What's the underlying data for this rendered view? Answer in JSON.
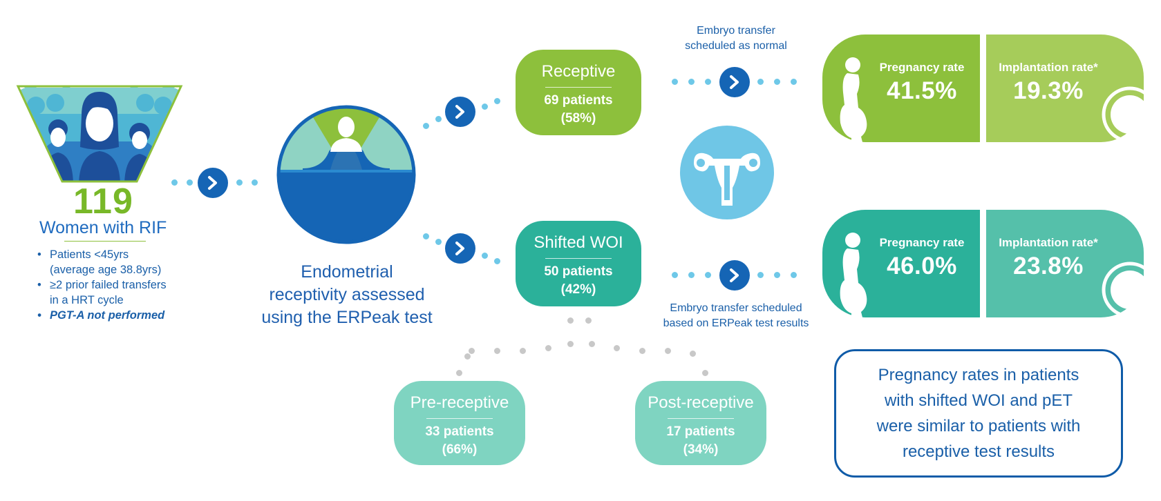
{
  "left": {
    "count": "119",
    "title": "Women with RIF",
    "bullets": [
      "Patients <45yrs",
      "(average age 38.8yrs)",
      "≥2 prior failed transfers",
      "in a HRT cycle",
      "PGT-A not performed"
    ]
  },
  "test": {
    "lines": [
      "Endometrial",
      "receptivity assessed",
      "using the ERPeak test"
    ]
  },
  "receptive": {
    "title": "Receptive",
    "patients": "69 patients",
    "pct": "(58%)"
  },
  "shifted": {
    "title": "Shifted WOI",
    "patients": "50 patients",
    "pct": "(42%)"
  },
  "pre": {
    "title": "Pre-receptive",
    "patients": "33 patients",
    "pct": "(66%)"
  },
  "post": {
    "title": "Post-receptive",
    "patients": "17 patients",
    "pct": "(34%)"
  },
  "captions": {
    "top": [
      "Embryo transfer",
      "scheduled as normal"
    ],
    "bottom": [
      "Embryo transfer scheduled",
      "based on ERPeak test results"
    ]
  },
  "results": {
    "top": {
      "pregnancy_label": "Pregnancy rate",
      "pregnancy_value": "41.5%",
      "implant_label": "Implantation rate*",
      "implant_value": "19.3%"
    },
    "bottom": {
      "pregnancy_label": "Pregnancy rate",
      "pregnancy_value": "46.0%",
      "implant_label": "Implantation rate*",
      "implant_value": "23.8%"
    }
  },
  "conclusion": [
    "Pregnancy rates in patients",
    "with shifted WOI and pET",
    "were similar to patients with",
    "receptive test results"
  ],
  "colors": {
    "green": "#8dc03c",
    "light_green": "#a6cc5a",
    "teal": "#2bb19a",
    "light_teal": "#55c0aa",
    "mint": "#7fd4c1",
    "navy": "#1565b5",
    "sky": "#6fc6e6"
  },
  "icons": {
    "women_group": "women-group-icon",
    "dial": "receptivity-dial-icon",
    "uterus": "uterus-icon",
    "pregnant": "pregnant-woman-icon",
    "embryo": "embryo-icon",
    "chevron": "chevron-right-icon"
  }
}
